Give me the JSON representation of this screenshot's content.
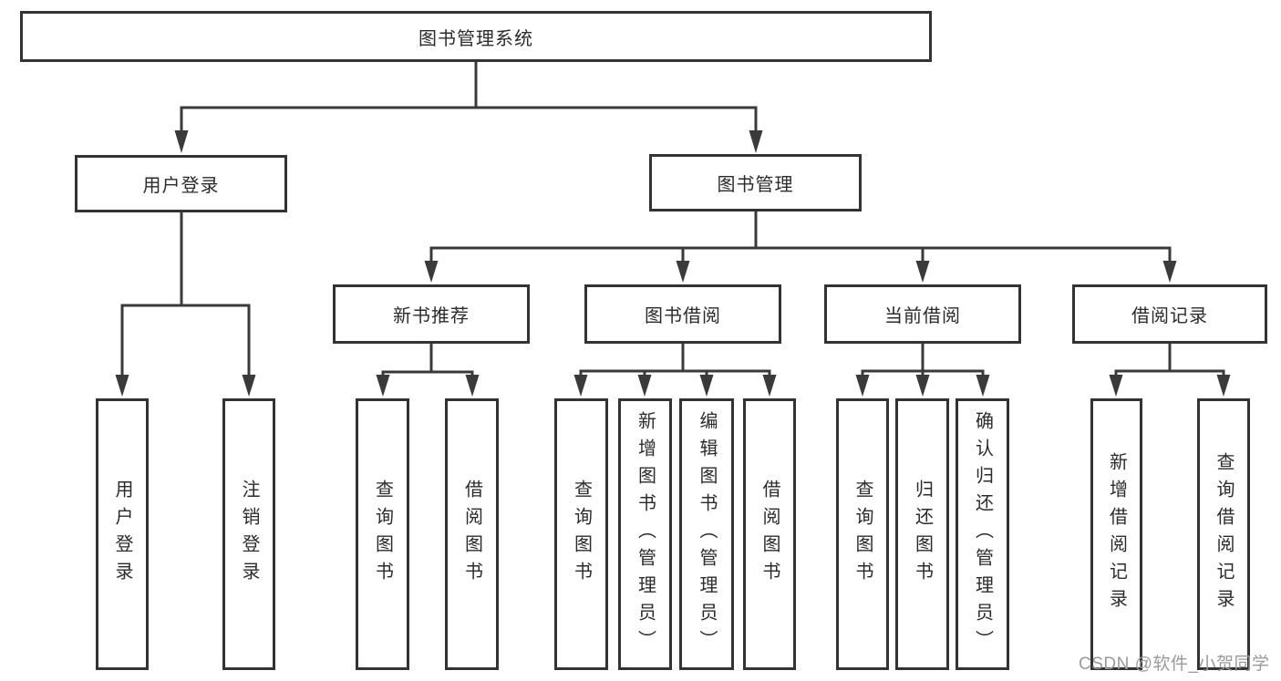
{
  "watermark": "CSDN @软件_小贺同学",
  "colors": {
    "line": "#3a3a3a",
    "border": "#333333",
    "text": "#2b2b2b",
    "watermark": "#9a9a9a",
    "bg": "#ffffff"
  },
  "tree": {
    "label": "图书管理系统",
    "children": [
      {
        "label": "用户登录",
        "children": [
          {
            "label": "用户登录"
          },
          {
            "label": "注销登录"
          }
        ]
      },
      {
        "label": "图书管理",
        "children": [
          {
            "label": "新书推荐",
            "children": [
              {
                "label": "查询图书"
              },
              {
                "label": "借阅图书"
              }
            ]
          },
          {
            "label": "图书借阅",
            "children": [
              {
                "label": "查询图书"
              },
              {
                "label": "新增图书（管理员）"
              },
              {
                "label": "编辑图书（管理员）"
              },
              {
                "label": "借阅图书"
              }
            ]
          },
          {
            "label": "当前借阅",
            "children": [
              {
                "label": "查询图书"
              },
              {
                "label": "归还图书"
              },
              {
                "label": "确认归还（管理员）"
              }
            ]
          },
          {
            "label": "借阅记录",
            "children": [
              {
                "label": "新增借阅记录"
              },
              {
                "label": "查询借阅记录"
              }
            ]
          }
        ]
      }
    ]
  }
}
